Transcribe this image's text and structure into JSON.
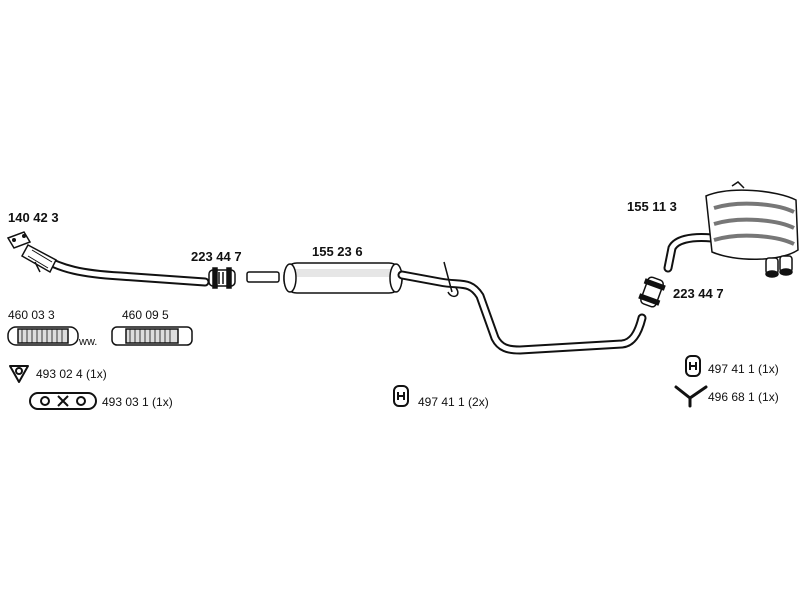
{
  "parts": {
    "front_pipe": "140 42 3",
    "clamp_front": "223 44 7",
    "middle_silencer": "155 23 6",
    "rear_silencer": "155 11 3",
    "clamp_rear": "223 44 7"
  },
  "flex_pipes": {
    "option_a": "460 03 3",
    "option_b": "460 09 5",
    "separator": "ww."
  },
  "accessories": {
    "gasket": "493 02 4 (1x)",
    "flange_gasket": "493 03 1 (1x)",
    "rubber_mount_center": "497 41 1 (2x)",
    "rubber_mount_rear": "497 41 1 (1x)",
    "hanger": "496 68 1 (1x)"
  },
  "colors": {
    "line": "#111111",
    "fill": "#ffffff",
    "shade": "#bdbdbd"
  },
  "icons": [
    "gasket-icon",
    "flange-gasket-icon",
    "rubber-mount-icon",
    "hanger-icon"
  ]
}
